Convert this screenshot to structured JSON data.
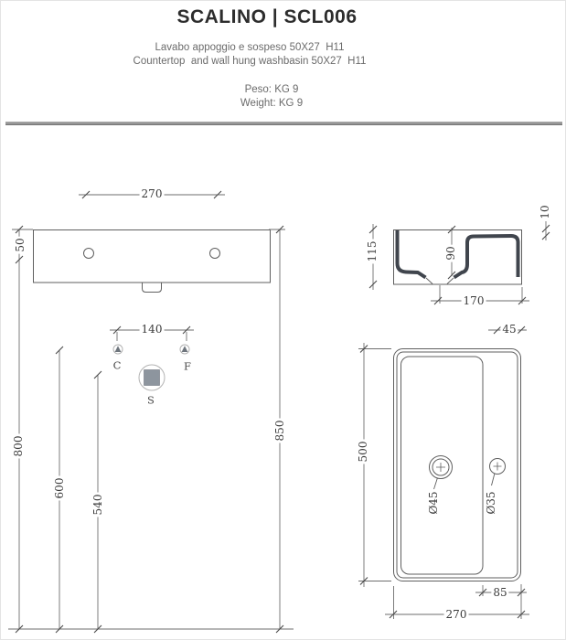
{
  "header": {
    "title": "SCALINO | SCL006",
    "description_it": "Lavabo appoggio e sospeso 50X27  H11",
    "description_en": "Countertop  and wall hung washbasin 50X27  H11",
    "weight_it": "Peso: KG 9",
    "weight_en": "Weight: KG 9"
  },
  "views": {
    "front": {
      "dims": {
        "hole_spacing": "270",
        "top_to_holes": "50",
        "cf_spacing": "140",
        "holes_height": "800",
        "cf_height": "600",
        "drain_height": "540",
        "total_height": "850"
      },
      "labels": {
        "hot_water": "C",
        "cold_water": "F",
        "drain": "S"
      }
    },
    "side": {
      "dims": {
        "total_height": "115",
        "basin_depth": "90",
        "deck_thickness": "10",
        "depth": "170"
      }
    },
    "plan": {
      "dims": {
        "tap_to_edge": "45",
        "length": "500",
        "drain_diameter": "Ø45",
        "tap_diameter": "Ø35",
        "deck_width": "85",
        "width": "270"
      }
    }
  },
  "colors": {
    "ceramic_profile": "#40454d",
    "symbol_gray": "#8d959e",
    "drawing_line": "#5f5f5f",
    "divider_gray": "#9a9a9a"
  }
}
